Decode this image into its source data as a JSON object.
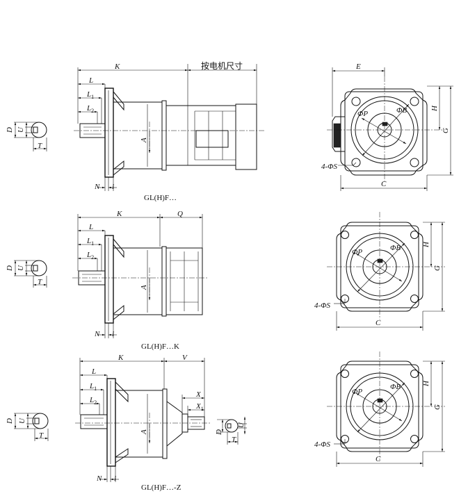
{
  "labels": {
    "K": "K",
    "L": "L",
    "L1": "L",
    "L2": "L",
    "sub1": "1",
    "sub2": "2",
    "motor_size": "按电机尺寸",
    "Q": "Q",
    "V": "V",
    "X": "X",
    "X1": "X",
    "A": "A",
    "N": "N",
    "l": "l",
    "D": "D",
    "U": "U",
    "T": "T",
    "E": "E",
    "H": "H",
    "G": "G",
    "C": "C",
    "phiP": "ΦP",
    "phiB": "ΦB",
    "holes": "4-ΦS"
  },
  "captions": {
    "top": "GL(H)F…",
    "middle": "GL(H)F…K",
    "bottom": "GL(H)F…-Z"
  }
}
